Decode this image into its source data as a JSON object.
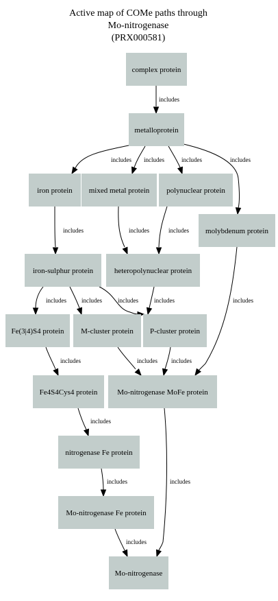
{
  "title": {
    "line1": "Active map of COMe paths through",
    "line2": "Mo-nitrogenase",
    "line3": "(PRX000581)"
  },
  "colors": {
    "node_fill": "#c2cdcb",
    "edge": "#000000",
    "background": "#ffffff"
  },
  "nodes": [
    {
      "id": "complex",
      "label": "complex protein"
    },
    {
      "id": "metallo",
      "label": "metalloprotein"
    },
    {
      "id": "iron",
      "label": "iron protein"
    },
    {
      "id": "mixed",
      "label": "mixed metal protein"
    },
    {
      "id": "polynuclear",
      "label": "polynuclear protein"
    },
    {
      "id": "molybdenum",
      "label": "molybdenum protein"
    },
    {
      "id": "ironsulphur",
      "label": "iron-sulphur protein"
    },
    {
      "id": "heteropoly",
      "label": "heteropolynuclear protein"
    },
    {
      "id": "fe34s4",
      "label": "Fe(3|4)S4 protein"
    },
    {
      "id": "mcluster",
      "label": "M-cluster protein"
    },
    {
      "id": "pcluster",
      "label": "P-cluster protein"
    },
    {
      "id": "fe4s4cys4",
      "label": "Fe4S4Cys4 protein"
    },
    {
      "id": "mofe",
      "label": "Mo-nitrogenase MoFe protein"
    },
    {
      "id": "nitfe",
      "label": "nitrogenase Fe protein"
    },
    {
      "id": "monitfe",
      "label": "Mo-nitrogenase Fe protein"
    },
    {
      "id": "monit",
      "label": "Mo-nitrogenase"
    }
  ],
  "edges": [
    {
      "from": "complex",
      "to": "metallo",
      "label": "includes"
    },
    {
      "from": "metallo",
      "to": "iron",
      "label": "includes"
    },
    {
      "from": "metallo",
      "to": "mixed",
      "label": "includes"
    },
    {
      "from": "metallo",
      "to": "polynuclear",
      "label": "includes"
    },
    {
      "from": "metallo",
      "to": "molybdenum",
      "label": "includes"
    },
    {
      "from": "iron",
      "to": "ironsulphur",
      "label": "includes"
    },
    {
      "from": "mixed",
      "to": "heteropoly",
      "label": "includes"
    },
    {
      "from": "polynuclear",
      "to": "heteropoly",
      "label": "includes"
    },
    {
      "from": "ironsulphur",
      "to": "fe34s4",
      "label": "includes"
    },
    {
      "from": "ironsulphur",
      "to": "mcluster",
      "label": "includes"
    },
    {
      "from": "ironsulphur",
      "to": "pcluster",
      "label": "includes"
    },
    {
      "from": "heteropoly",
      "to": "pcluster",
      "label": "includes"
    },
    {
      "from": "molybdenum",
      "to": "mofe",
      "label": "includes"
    },
    {
      "from": "fe34s4",
      "to": "fe4s4cys4",
      "label": "includes"
    },
    {
      "from": "mcluster",
      "to": "mofe",
      "label": "includes"
    },
    {
      "from": "pcluster",
      "to": "mofe",
      "label": "includes"
    },
    {
      "from": "fe4s4cys4",
      "to": "nitfe",
      "label": "includes"
    },
    {
      "from": "nitfe",
      "to": "monitfe",
      "label": "includes"
    },
    {
      "from": "monitfe",
      "to": "monit",
      "label": "includes"
    },
    {
      "from": "mofe",
      "to": "monit",
      "label": "includes"
    }
  ]
}
